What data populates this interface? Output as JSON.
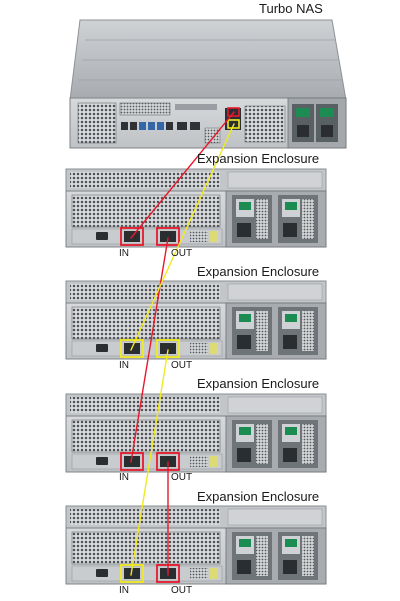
{
  "nas": {
    "label": "Turbo NAS"
  },
  "enclosures": [
    {
      "label": "Expansion Enclosure",
      "in_label": "IN",
      "out_label": "OUT"
    },
    {
      "label": "Expansion Enclosure",
      "in_label": "IN",
      "out_label": "OUT"
    },
    {
      "label": "Expansion Enclosure",
      "in_label": "IN",
      "out_label": "OUT"
    },
    {
      "label": "Expansion Enclosure",
      "in_label": "IN",
      "out_label": "OUT"
    }
  ],
  "colors": {
    "red_cable": "#e8192c",
    "yellow_cable": "#f2ea1e",
    "chassis": "#b9bcc0",
    "chassis_dark": "#8e9296",
    "mesh": "#5b5f63",
    "psu": "#6f7478"
  }
}
